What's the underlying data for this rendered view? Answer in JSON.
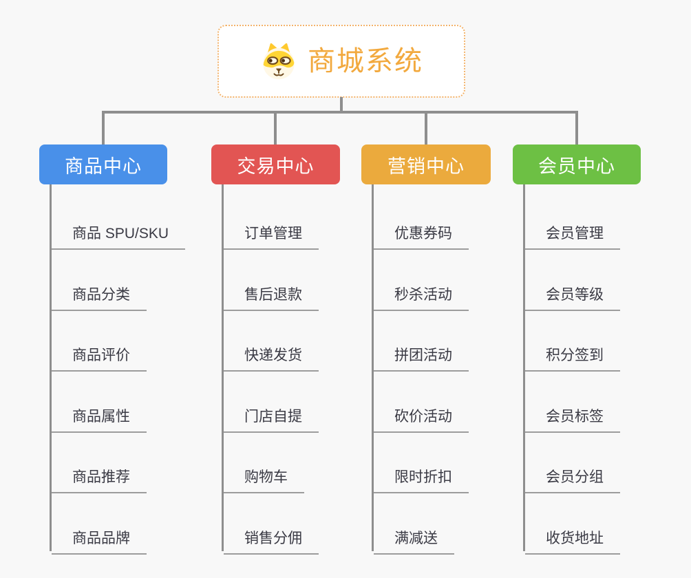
{
  "root": {
    "title": "商城系统",
    "icon": "shiba-dog-icon"
  },
  "branches": [
    {
      "id": "product-center",
      "label": "商品中心",
      "color": "#4990E9",
      "children": [
        "商品 SPU/SKU",
        "商品分类",
        "商品评价",
        "商品属性",
        "商品推荐",
        "商品品牌"
      ]
    },
    {
      "id": "trade-center",
      "label": "交易中心",
      "color": "#E25553",
      "children": [
        "订单管理",
        "售后退款",
        "快递发货",
        "门店自提",
        "购物车",
        "销售分佣"
      ]
    },
    {
      "id": "marketing-center",
      "label": "营销中心",
      "color": "#EBAA3D",
      "children": [
        "优惠券码",
        "秒杀活动",
        "拼团活动",
        "砍价活动",
        "限时折扣",
        "满减送"
      ]
    },
    {
      "id": "member-center",
      "label": "会员中心",
      "color": "#6DC044",
      "children": [
        "会员管理",
        "会员等级",
        "积分签到",
        "会员标签",
        "会员分组",
        "收货地址"
      ]
    }
  ],
  "colors": {
    "background": "#F8F8F8",
    "connector": "#8E8E8E",
    "underline": "#9C9C9C",
    "leaf_text": "#3A3A44",
    "root_border": "#F3B269",
    "root_title": "#F2A93E",
    "branch_text": "#FFFFFF"
  }
}
